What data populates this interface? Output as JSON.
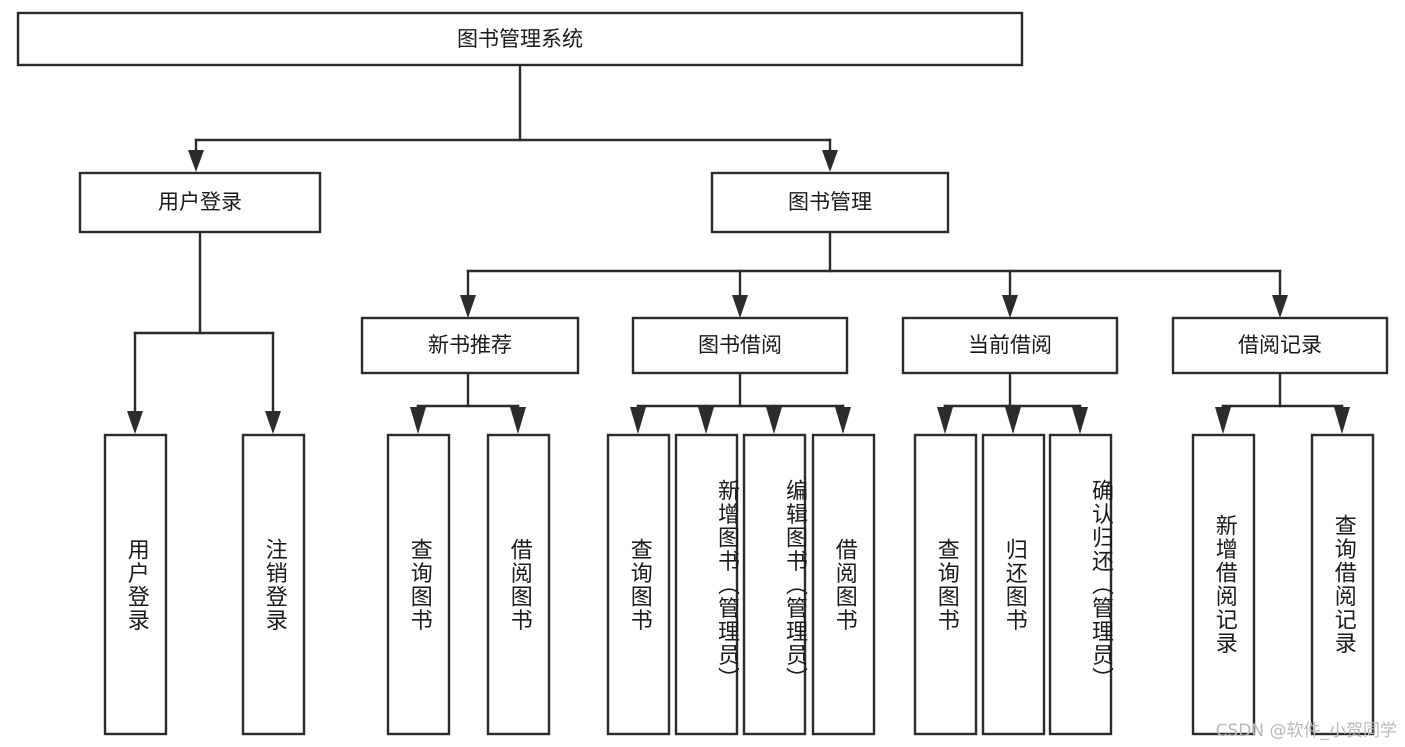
{
  "diagram": {
    "title": "图书管理系统",
    "type": "tree",
    "root": {
      "id": "root",
      "label": "图书管理系统",
      "orientation": "horizontal"
    },
    "level2": [
      {
        "id": "user-login",
        "label": "用户登录",
        "orientation": "horizontal"
      },
      {
        "id": "book-manage",
        "label": "图书管理",
        "orientation": "horizontal"
      }
    ],
    "level3": [
      {
        "id": "new-book-recommend",
        "label": "新书推荐",
        "orientation": "horizontal",
        "parent": "book-manage"
      },
      {
        "id": "book-borrow",
        "label": "图书借阅",
        "orientation": "horizontal",
        "parent": "book-manage"
      },
      {
        "id": "current-borrow",
        "label": "当前借阅",
        "orientation": "horizontal",
        "parent": "book-manage"
      },
      {
        "id": "borrow-record",
        "label": "借阅记录",
        "orientation": "horizontal",
        "parent": "book-manage"
      }
    ],
    "leaves": [
      {
        "id": "leaf-user-login",
        "label": "用户登录",
        "orientation": "vertical",
        "parent": "user-login"
      },
      {
        "id": "leaf-logout",
        "label": "注销登录",
        "orientation": "vertical",
        "parent": "user-login"
      },
      {
        "id": "leaf-query-book-1",
        "label": "查询图书",
        "orientation": "vertical",
        "parent": "new-book-recommend"
      },
      {
        "id": "leaf-borrow-book-1",
        "label": "借阅图书",
        "orientation": "vertical",
        "parent": "new-book-recommend"
      },
      {
        "id": "leaf-query-book-2",
        "label": "查询图书",
        "orientation": "vertical",
        "parent": "book-borrow"
      },
      {
        "id": "leaf-add-book",
        "label": "新增图书（管理员）",
        "orientation": "vertical",
        "parent": "book-borrow"
      },
      {
        "id": "leaf-edit-book",
        "label": "编辑图书（管理员）",
        "orientation": "vertical",
        "parent": "book-borrow"
      },
      {
        "id": "leaf-borrow-book-2",
        "label": "借阅图书",
        "orientation": "vertical",
        "parent": "book-borrow"
      },
      {
        "id": "leaf-query-book-3",
        "label": "查询图书",
        "orientation": "vertical",
        "parent": "current-borrow"
      },
      {
        "id": "leaf-return-book",
        "label": "归还图书",
        "orientation": "vertical",
        "parent": "current-borrow"
      },
      {
        "id": "leaf-confirm-return",
        "label": "确认归还（管理员）",
        "orientation": "vertical",
        "parent": "current-borrow"
      },
      {
        "id": "leaf-add-record",
        "label": "新增借阅记录",
        "orientation": "vertical",
        "parent": "borrow-record"
      },
      {
        "id": "leaf-query-record",
        "label": "查询借阅记录",
        "orientation": "vertical",
        "parent": "borrow-record"
      }
    ],
    "colors": {
      "stroke": "#2b2b2b",
      "box_fill": "#ffffff",
      "text": "#1a1a1a",
      "background": "#ffffff",
      "watermark": "#b9b9b9"
    }
  },
  "watermark": {
    "text": "CSDN @软件_小贺同学"
  }
}
